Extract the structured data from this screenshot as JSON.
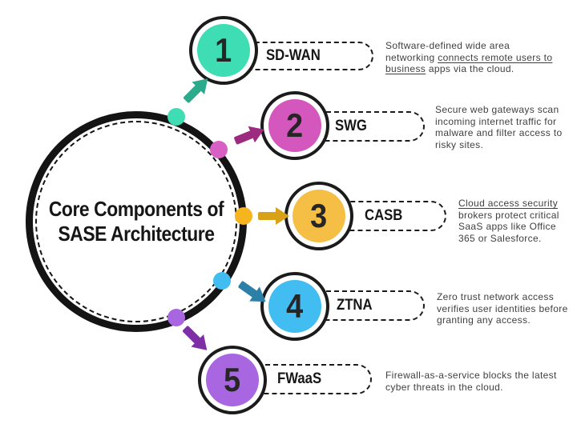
{
  "title": {
    "line1": "Core Components of",
    "line2": "SASE Architecture"
  },
  "ink_color": "#141414",
  "text_color": "#3f3f3f",
  "background": "#ffffff",
  "items": [
    {
      "number": "1",
      "label": "SD-WAN",
      "colors": {
        "fill": "#3EDDB4",
        "dot": "#3EDDB4",
        "arrow": "#2BAA8C"
      },
      "desc_lines": [
        [
          {
            "t": "Software-defined wide area",
            "u": false
          }
        ],
        [
          {
            "t": "networking ",
            "u": false
          },
          {
            "t": "connects remote users to",
            "u": true
          }
        ],
        [
          {
            "t": "business",
            "u": true
          },
          {
            "t": " apps via the cloud.",
            "u": false
          }
        ]
      ]
    },
    {
      "number": "2",
      "label": "SWG",
      "colors": {
        "fill": "#D357BC",
        "dot": "#D85FC4",
        "arrow": "#9C2B80"
      },
      "desc_lines": [
        [
          {
            "t": "Secure web gateways scan",
            "u": false
          }
        ],
        [
          {
            "t": "incoming internet traffic for",
            "u": false
          }
        ],
        [
          {
            "t": "malware and filter access to",
            "u": false
          }
        ],
        [
          {
            "t": "risky sites.",
            "u": false
          }
        ]
      ]
    },
    {
      "number": "3",
      "label": "CASB",
      "colors": {
        "fill": "#F5BE45",
        "dot": "#F6B41E",
        "arrow": "#D9A118"
      },
      "desc_lines": [
        [
          {
            "t": "Cloud access security",
            "u": true
          }
        ],
        [
          {
            "t": "brokers protect critical",
            "u": false
          }
        ],
        [
          {
            "t": "SaaS apps like Office",
            "u": false
          }
        ],
        [
          {
            "t": "365 or Salesforce.",
            "u": false
          }
        ]
      ]
    },
    {
      "number": "4",
      "label": "ZTNA",
      "colors": {
        "fill": "#41BDF2",
        "dot": "#41BDF2",
        "arrow": "#2C7FA6"
      },
      "desc_lines": [
        [
          {
            "t": "Zero trust network access",
            "u": false
          }
        ],
        [
          {
            "t": "verifies user identities before",
            "u": false
          }
        ],
        [
          {
            "t": "granting any access.",
            "u": false
          }
        ]
      ]
    },
    {
      "number": "5",
      "label": "FWaaS",
      "colors": {
        "fill": "#A867E0",
        "dot": "#A867E0",
        "arrow": "#7E2FA5"
      },
      "desc_lines": [
        [
          {
            "t": "Firewall-as-a-service blocks the latest",
            "u": false
          }
        ],
        [
          {
            "t": "cyber threats in the cloud.",
            "u": false
          }
        ]
      ]
    }
  ]
}
